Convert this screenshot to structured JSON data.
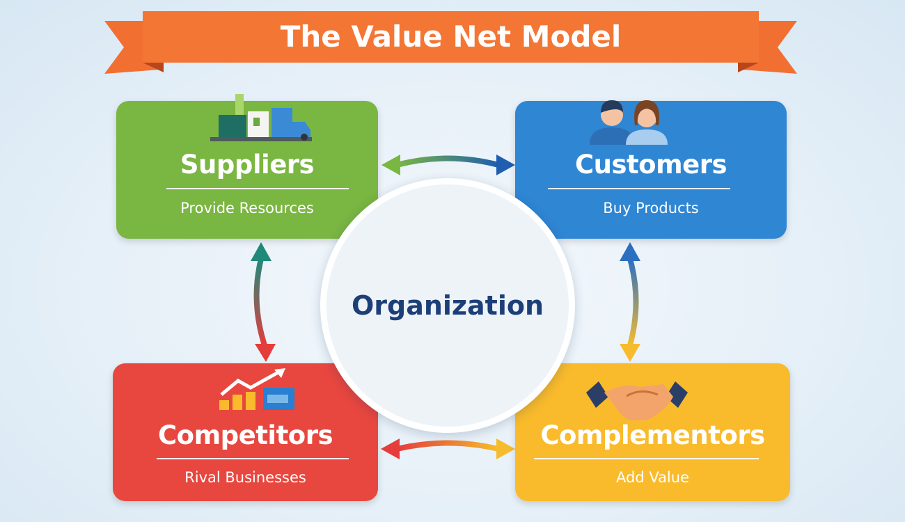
{
  "title": "The Value Net Model",
  "center": {
    "label": "Organization"
  },
  "nodes": {
    "suppliers": {
      "title": "Suppliers",
      "subtitle": "Provide Resources",
      "color": "#7ab642",
      "icon": "factory-truck-icon"
    },
    "customers": {
      "title": "Customers",
      "subtitle": "Buy Products",
      "color": "#2f86d3",
      "icon": "people-icon"
    },
    "competitors": {
      "title": "Competitors",
      "subtitle": "Rival Businesses",
      "color": "#e8473f",
      "icon": "growth-chart-icon"
    },
    "complementors": {
      "title": "Complementors",
      "subtitle": "Add Value",
      "color": "#f9bb2c",
      "icon": "handshake-icon"
    }
  },
  "colors": {
    "banner": "#f26f32",
    "banner_dark": "#d3551f",
    "center_text": "#1d3f78"
  }
}
